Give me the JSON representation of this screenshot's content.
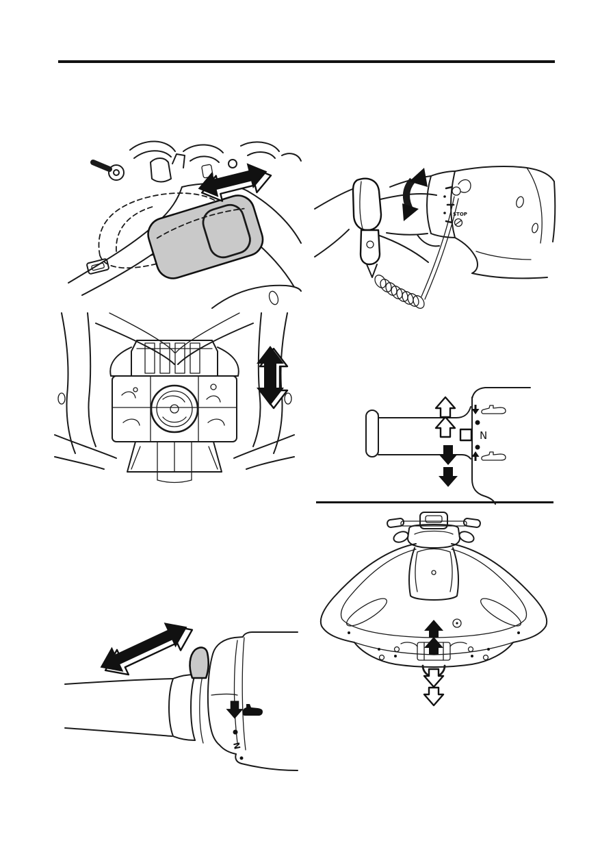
{
  "document": {
    "kind": "owner-manual-illustration-page",
    "background_color": "#ffffff",
    "line_color": "#1a1a1a",
    "shade_color": "#c9c9c9"
  },
  "rules": {
    "top_rule_present": true,
    "section_rule_present": true
  },
  "figures": {
    "glove_box": {
      "title": "console-storage-compartment-figure",
      "icons": [
        "slide-double-arrow-icon",
        "shaded-storage-tray",
        "dashed-lid-outline"
      ]
    },
    "throttle_lanyard": {
      "title": "shift-grip-and-engine-stop-lanyard-figure",
      "stop_label": "STOP",
      "icons": [
        "rotate-double-arrow-icon",
        "engine-stop-button-icon",
        "lanyard-clip-icon",
        "coiled-cord",
        "wrist-strap"
      ]
    },
    "jet_pump_rear": {
      "title": "reverse-gate-rear-view-figure",
      "icons": [
        "vertical-double-arrow-icon"
      ]
    },
    "shift_schematic": {
      "neutral_label": "N",
      "title": "shift-grip-position-schematic",
      "icons": [
        "up-outline-arrows-icon",
        "down-filled-arrows-icon",
        "forward-watercraft-icon",
        "reverse-watercraft-icon",
        "neutral-detent-square-icon",
        "detent-dots"
      ]
    },
    "shift_lever_closeup": {
      "neutral_label": "N",
      "title": "shift-lever-closeup-figure",
      "icons": [
        "diagonal-double-arrow-icon",
        "down-arrow-filled-icon",
        "watercraft-filled-icon",
        "detent-dots"
      ]
    },
    "stern_top_view": {
      "title": "stern-top-view-figure",
      "icons": [
        "up-filled-arrows-icon",
        "down-outline-arrows-icon",
        "reboarding-grip"
      ]
    }
  }
}
